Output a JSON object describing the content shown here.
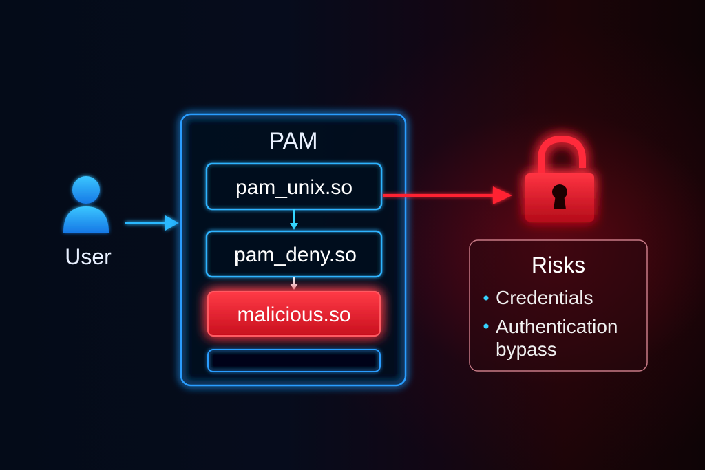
{
  "user": {
    "label": "User"
  },
  "pam": {
    "title": "PAM",
    "modules": [
      {
        "label": "pam_unix.so",
        "status": "normal"
      },
      {
        "label": "pam_deny.so",
        "status": "normal"
      },
      {
        "label": "malicious.so",
        "status": "malicious"
      },
      {
        "label": "",
        "status": "empty"
      }
    ]
  },
  "risks": {
    "title": "Risks",
    "items": [
      {
        "line1": "Credentials",
        "line2": ""
      },
      {
        "line1": "Authentication",
        "line2": "bypass"
      }
    ]
  },
  "icons": {
    "user": "user-icon",
    "lock": "unlocked-padlock-icon"
  },
  "colors": {
    "blue": "#27a8ff",
    "cyan": "#34d5ff",
    "red": "#ff2a3c",
    "bullet": "#36d3ff"
  }
}
